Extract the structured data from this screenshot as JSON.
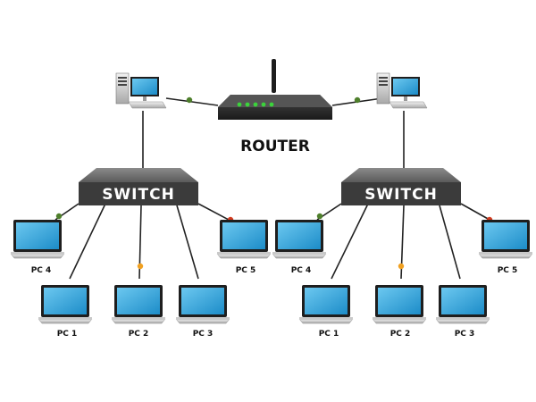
{
  "router": {
    "label": "ROUTER"
  },
  "networks": [
    {
      "switch_label": "SWITCH",
      "pcs": [
        {
          "label": "PC 4",
          "port_color": "#4e7f2b"
        },
        {
          "label": "PC 1",
          "port_color": "#333333"
        },
        {
          "label": "PC 2",
          "port_color": "#f0a020"
        },
        {
          "label": "PC 3",
          "port_color": "#333333"
        },
        {
          "label": "PC 5",
          "port_color": "#d23a1e"
        }
      ]
    },
    {
      "switch_label": "SWITCH",
      "pcs": [
        {
          "label": "PC 4",
          "port_color": "#4e7f2b"
        },
        {
          "label": "PC 1",
          "port_color": "#333333"
        },
        {
          "label": "PC 2",
          "port_color": "#f0a020"
        },
        {
          "label": "PC 3",
          "port_color": "#333333"
        },
        {
          "label": "PC 5",
          "port_color": "#d23a1e"
        }
      ]
    }
  ],
  "colors": {
    "screen": "#29a3dc",
    "link": "#222222",
    "switch_body": "#3b3b3b",
    "router_body": "#2c2c2c"
  }
}
